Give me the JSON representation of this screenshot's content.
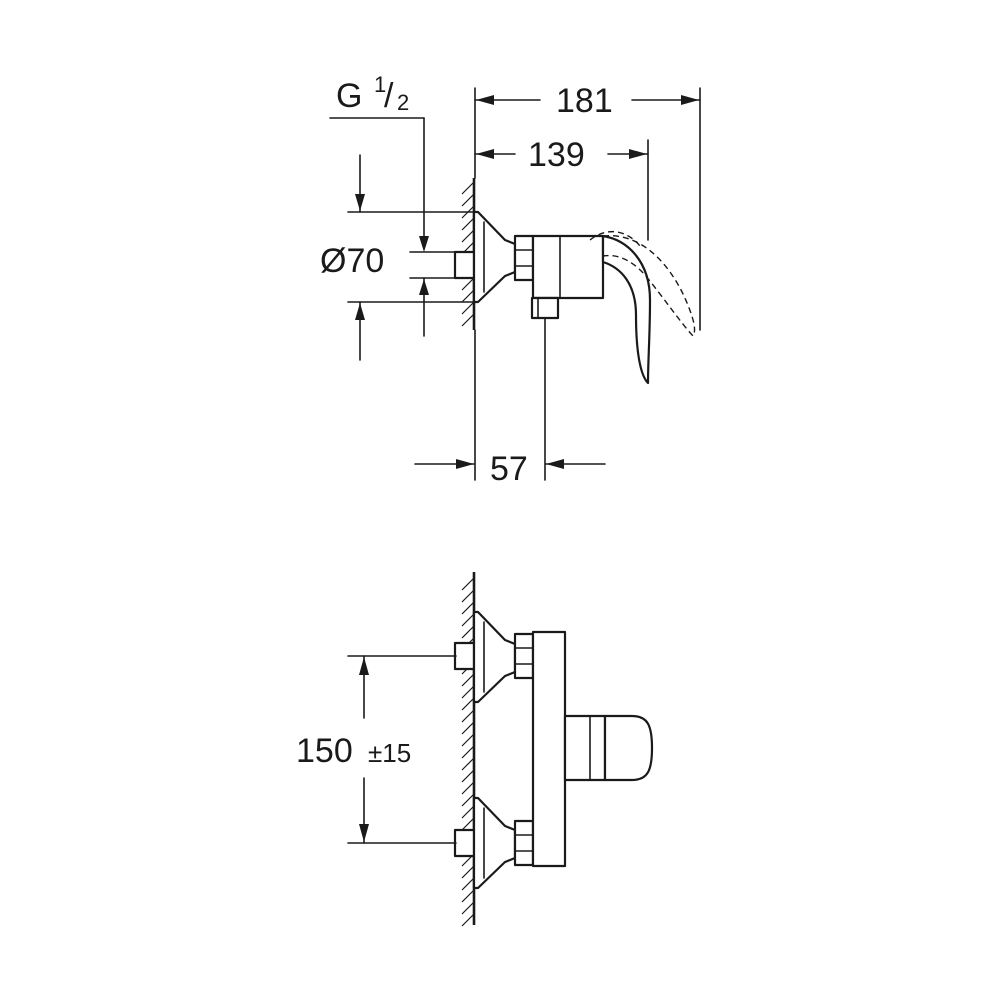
{
  "side_view": {
    "overall_depth": "181",
    "lever_depth": "139",
    "outlet_offset": "57",
    "escutcheon_diameter": "Ø70",
    "thread_letter": "G",
    "thread_numerator": "1",
    "thread_slash": "/",
    "thread_denominator": "2"
  },
  "front_view": {
    "center_distance": "150",
    "tolerance": "±15"
  }
}
